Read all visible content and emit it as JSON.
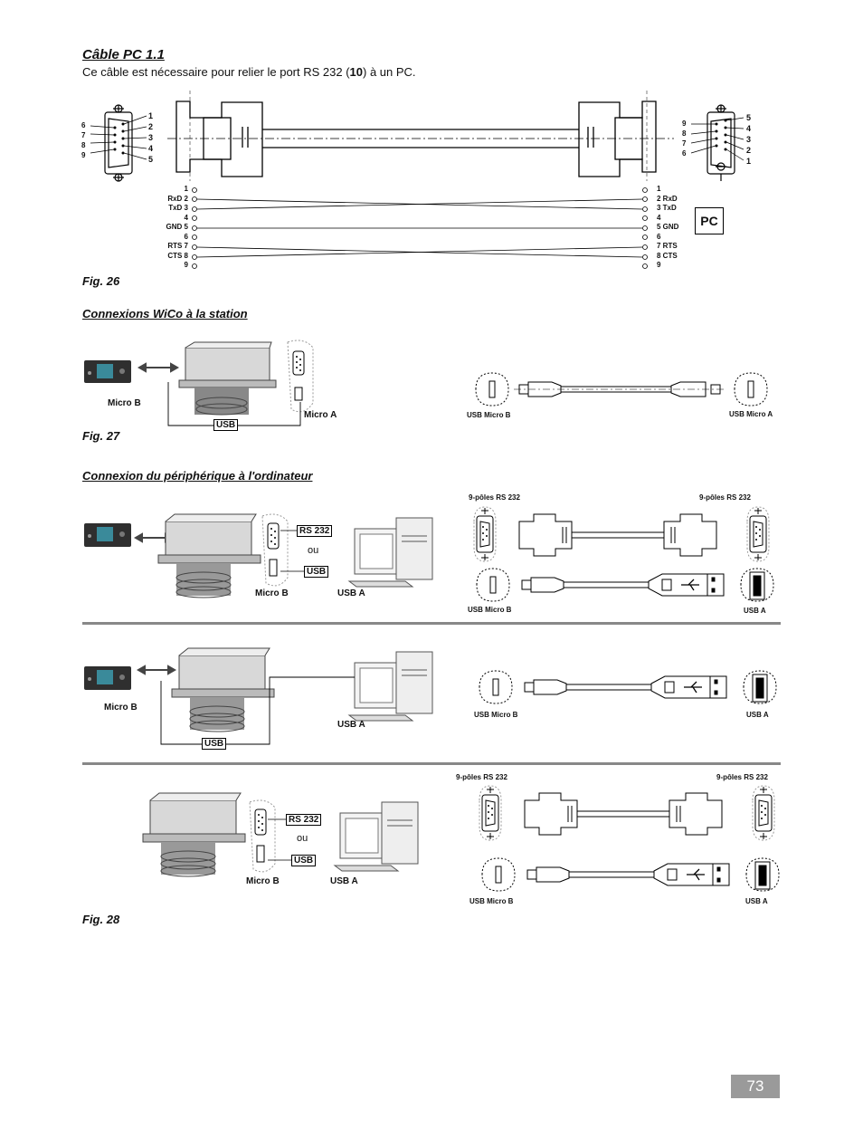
{
  "header": {
    "title": "Câble PC 1.1",
    "intro_before": "Ce câble est nécessaire pour relier le port RS 232 (",
    "intro_bold": "10",
    "intro_after": ") à un PC."
  },
  "fig26": {
    "left_pins_outer": [
      "6",
      "7",
      "8",
      "9"
    ],
    "left_pins_inner": [
      "1",
      "2",
      "3",
      "4",
      "5"
    ],
    "right_pins_left": [
      "9",
      "8",
      "7",
      "6"
    ],
    "right_pins_right": [
      "5",
      "4",
      "3",
      "2",
      "1"
    ],
    "wires_left": [
      "1",
      "RxD 2",
      "TxD 3",
      "4",
      "GND 5",
      "6",
      "RTS 7",
      "CTS 8",
      "9"
    ],
    "wires_right": [
      "1",
      "2 RxD",
      "3 TxD",
      "4",
      "5 GND",
      "6",
      "7 RTS",
      "8 CTS",
      "9"
    ],
    "pc_label": "PC",
    "caption": "Fig. 26"
  },
  "fig27": {
    "section_title": "Connexions WiCo à la station",
    "micro_b": "Micro B",
    "usb": "USB",
    "micro_a": "Micro A",
    "cable_left": "USB Micro B",
    "cable_right": "USB Micro A",
    "caption": "Fig. 27"
  },
  "fig28": {
    "section_title": "Connexion du périphérique à l'ordinateur",
    "rs232": "RS 232",
    "ou": "ou",
    "usb": "USB",
    "micro_b": "Micro B",
    "usb_a": "USB A",
    "nine_pole": "9-pôles RS 232",
    "usb_micro_b": "USB Micro B",
    "caption": "Fig. 28"
  },
  "page_number": "73"
}
